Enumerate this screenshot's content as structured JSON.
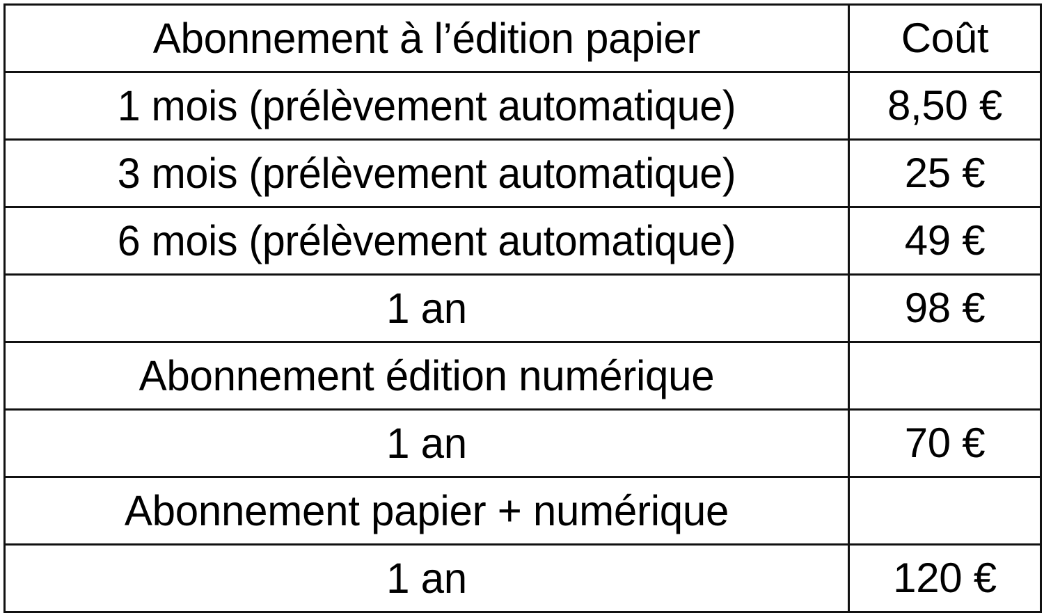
{
  "table": {
    "columns": [
      "Abonnement à l’édition papier",
      "Coût"
    ],
    "rows": [
      {
        "label": "Abonnement à l’édition papier",
        "cost": "Coût",
        "kind": "section-header"
      },
      {
        "label": "1 mois (prélèvement automatique)",
        "cost": "8,50 €",
        "kind": "item"
      },
      {
        "label": "3 mois (prélèvement automatique)",
        "cost": "25 €",
        "kind": "item"
      },
      {
        "label": "6 mois (prélèvement automatique)",
        "cost": "49 €",
        "kind": "item"
      },
      {
        "label": "1 an",
        "cost": "98 €",
        "kind": "item"
      },
      {
        "label": "Abonnement édition numérique",
        "cost": "",
        "kind": "section-header"
      },
      {
        "label": "1 an",
        "cost": "70 €",
        "kind": "item"
      },
      {
        "label": "Abonnement papier + numérique",
        "cost": "",
        "kind": "section-header"
      },
      {
        "label": "1 an",
        "cost": "120 €",
        "kind": "item"
      }
    ]
  },
  "chart_data": {
    "type": "table",
    "title": "Abonnement à l’édition papier",
    "columns": [
      "Abonnement à l’édition papier",
      "Coût"
    ],
    "rows": [
      [
        "Abonnement à l’édition papier",
        "Coût"
      ],
      [
        "1 mois (prélèvement automatique)",
        "8,50 €"
      ],
      [
        "3 mois (prélèvement automatique)",
        "25 €"
      ],
      [
        "6 mois (prélèvement automatique)",
        "49 €"
      ],
      [
        "1 an",
        "98 €"
      ],
      [
        "Abonnement édition numérique",
        ""
      ],
      [
        "1 an",
        "70 €"
      ],
      [
        "Abonnement papier + numérique",
        ""
      ],
      [
        "1 an",
        "120 €"
      ]
    ],
    "currency": "EUR",
    "numeric_values": [
      null,
      8.5,
      25,
      49,
      98,
      null,
      70,
      null,
      120
    ]
  },
  "style": {
    "border_color": "#111111",
    "background": "#ffffff",
    "text_color": "#000000"
  }
}
